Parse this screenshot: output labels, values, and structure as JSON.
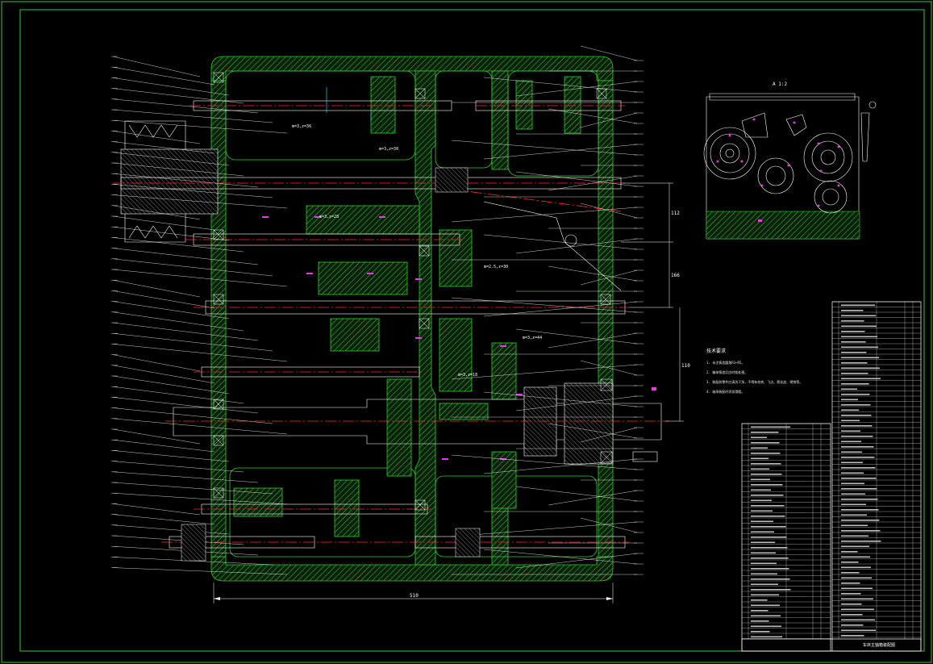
{
  "drawing": {
    "colors": {
      "background": "#000000",
      "frame": "#2bd12b",
      "hatch": "#2bd12b",
      "lines": "#ffffff",
      "centerline": "#ff2a2a",
      "accent": "#e040e0"
    },
    "section_label": "A  1:2",
    "overall_dimension": "510",
    "right_dimensions": [
      "112",
      "166",
      "110"
    ],
    "gear_callouts": [
      "m=3,z=36",
      "m=3,z=30",
      "m=3,z=28",
      "m=2.5,z=30",
      "m=3,z=44",
      "m=3,z=18"
    ],
    "tech_requirements": {
      "title": "技术要求",
      "items": [
        "1. 未注铸造圆角R3~R5。",
        "2. 箱体铸造后应时效处理。",
        "3. 装配前零件应清洗干净，不得有毛刺、飞边、氧化皮、锈蚀等。",
        "4. 轴承装配时涂润滑脂。"
      ]
    },
    "title_block": {
      "title": "车床主轴箱装配图"
    }
  }
}
